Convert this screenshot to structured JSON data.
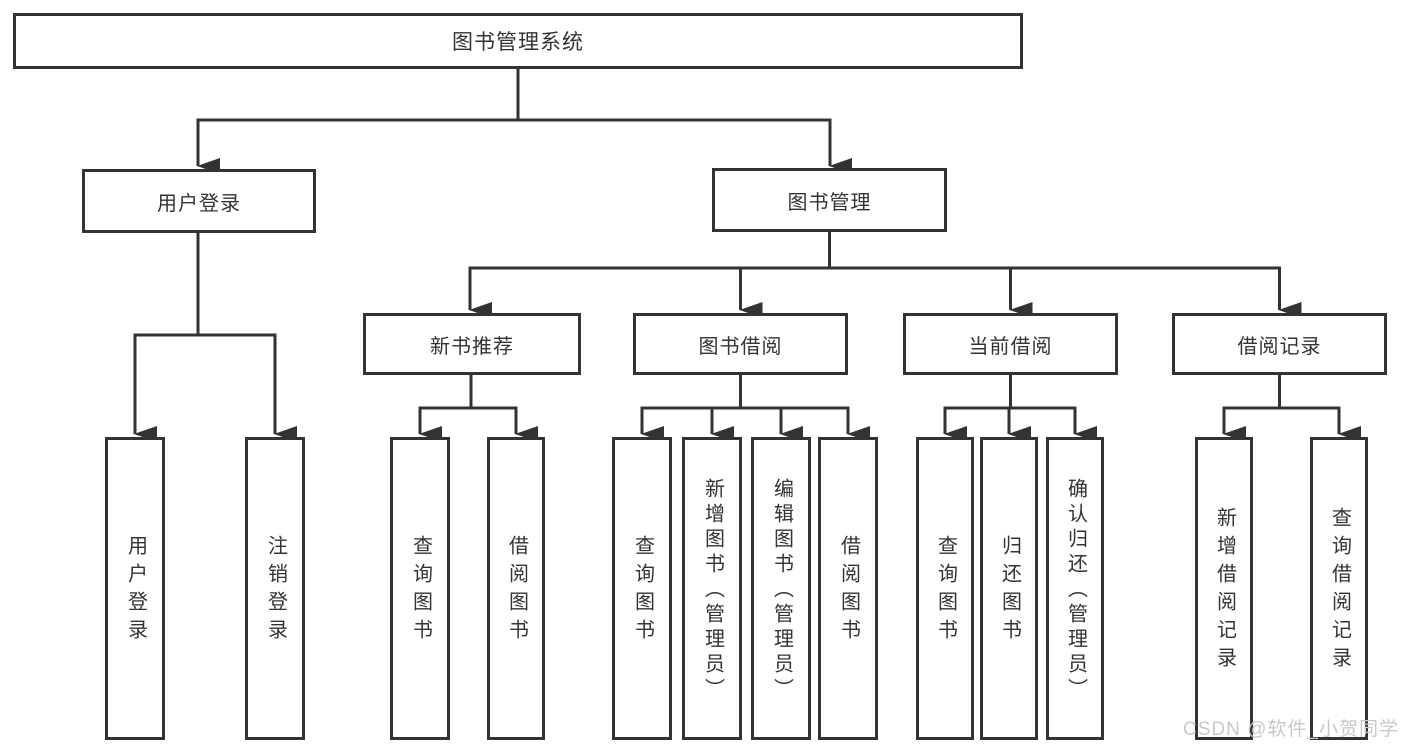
{
  "diagram": {
    "root": "图书管理系统",
    "level2": [
      "用户登录",
      "图书管理"
    ],
    "level3": [
      "新书推荐",
      "图书借阅",
      "当前借阅",
      "借阅记录"
    ],
    "leaves_login": [
      "用户登录",
      "注销登录"
    ],
    "leaves_newbook": [
      "查询图书",
      "借阅图书"
    ],
    "leaves_borrow": [
      "查询图书",
      "新增图书（管理员）",
      "编辑图书（管理员）",
      "借阅图书"
    ],
    "leaves_current": [
      "查询图书",
      "归还图书",
      "确认归还（管理员）"
    ],
    "leaves_record": [
      "新增借阅记录",
      "查询借阅记录"
    ]
  },
  "colors": {
    "line": "#333333",
    "box_border": "#333333",
    "text": "#333333",
    "watermark": "#c8c8c8",
    "background": "#ffffff"
  },
  "watermark": {
    "text": "CSDN @软件_小贺同学"
  }
}
